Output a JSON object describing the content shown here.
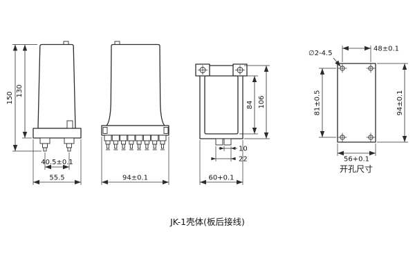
{
  "caption": "JK-1壳体(板后接线)",
  "views": {
    "side": {
      "height_total": "150",
      "height_body": "130",
      "terminal_pitch": "40.5±0.1",
      "width_total": "55.5"
    },
    "front": {
      "width_total": "94±0.1"
    },
    "rear": {
      "window_height": "84",
      "height_total": "106",
      "pin_width": "10",
      "pin_span": "22",
      "width_total": "60+0.1"
    },
    "drill": {
      "label": "开孔尺寸",
      "hole_callout": "∅2-4.5",
      "hole_pitch_x": "48±0.1",
      "hole_pitch_y": "81±0.5",
      "cutout_height": "94±0.1",
      "cutout_width": "56+0.1"
    }
  }
}
